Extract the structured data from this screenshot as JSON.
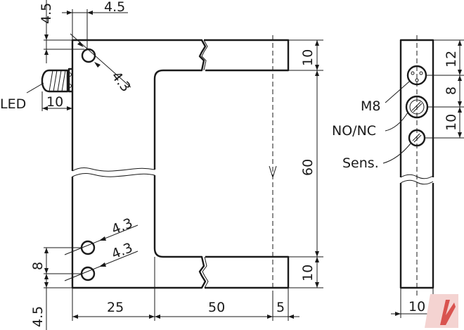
{
  "dimensions": {
    "d_4_5_top_v": "4.5",
    "d_4_5_top_h": "4.5",
    "d_4_3_a": "4.3",
    "d_10_led": "10",
    "d_10_top_right": "10",
    "d_60": "60",
    "d_10_bottom_right": "10",
    "d_4_3_b": "4.3",
    "d_4_3_c": "4.3",
    "d_8_left": "8",
    "d_4_5_bottom_v": "4.5",
    "d_25": "25",
    "d_50": "50",
    "d_5": "5",
    "d_12": "12",
    "d_8_right": "8",
    "d_10_side_right": "10",
    "d_10_side_bottom": "10"
  },
  "labels": {
    "led": "LED",
    "m8": "M8",
    "no_nc": "NO/NC",
    "sens": "Sens."
  },
  "icons": {
    "corner_logo": "brand-logo-icon"
  },
  "colors": {
    "line": "#1a1a1a",
    "logo": "#d9534f"
  }
}
